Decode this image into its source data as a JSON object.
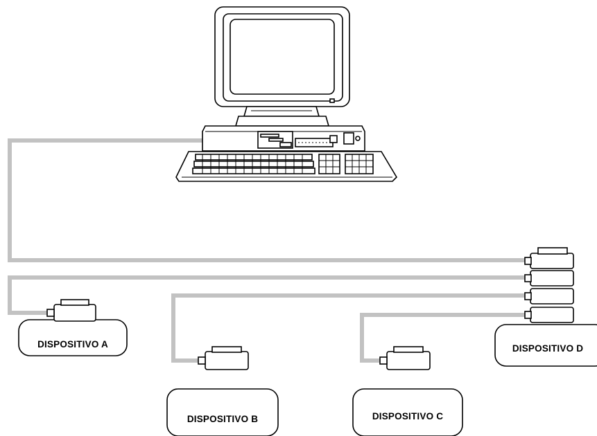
{
  "devices": [
    {
      "id": "a",
      "label": "DISPOSITIVO A"
    },
    {
      "id": "b",
      "label": "DISPOSITIVO B"
    },
    {
      "id": "c",
      "label": "DISPOSITIVO C"
    },
    {
      "id": "d",
      "label": "DISPOSITIVO D"
    }
  ],
  "colors": {
    "cable": "#c2c2c2",
    "outline": "#000000",
    "background": "#ffffff"
  }
}
